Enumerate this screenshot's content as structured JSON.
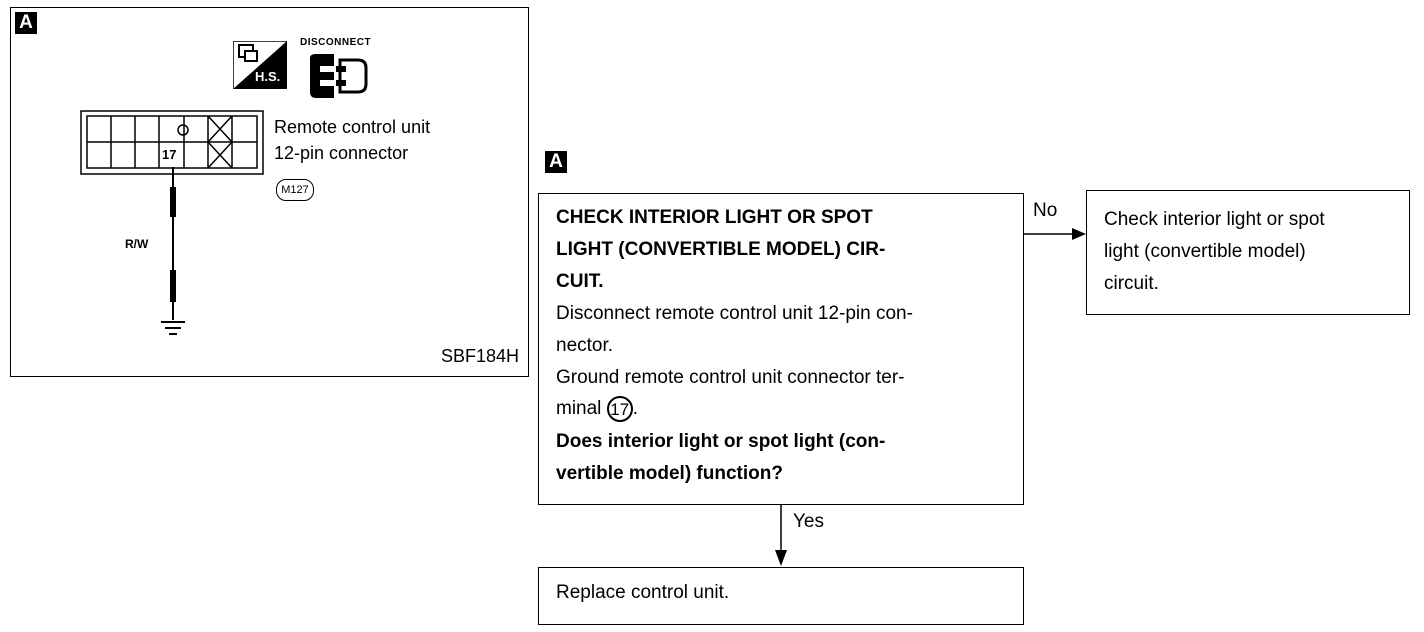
{
  "figure": {
    "badge": "A",
    "disconnect_label": "DISCONNECT",
    "hs_label": "H.S.",
    "connector_label_line1": "Remote control unit",
    "connector_label_line2": "12-pin connector",
    "connector_code": "M127",
    "terminal_number": "17",
    "wire_label": "R/W",
    "figure_id": "SBF184H"
  },
  "flow": {
    "badge": "A",
    "check_box": {
      "title_line1": "CHECK INTERIOR LIGHT OR SPOT",
      "title_line2": "LIGHT (CONVERTIBLE MODEL) CIR-",
      "title_line3": "CUIT.",
      "step1_line1": "Disconnect remote control unit 12-pin con-",
      "step1_line2": "nector.",
      "step2_line1": "Ground remote control unit connector ter-",
      "step2_line2_prefix": "minal",
      "step2_terminal": "17",
      "step2_suffix": ".",
      "question_line1": "Does interior light or spot light (con-",
      "question_line2": "vertible model) function?"
    },
    "no_label": "No",
    "no_box_line1": "Check interior light or spot",
    "no_box_line2": "light (convertible model)",
    "no_box_line3": "circuit.",
    "yes_label": "Yes",
    "yes_box": "Replace control unit."
  }
}
